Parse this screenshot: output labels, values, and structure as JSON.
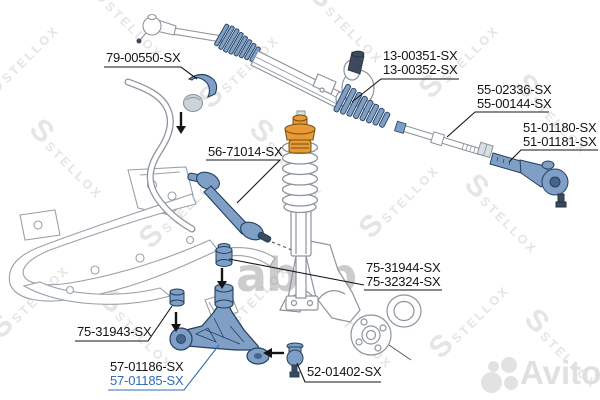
{
  "watermarks": {
    "brand": "STELLOX",
    "brand_initial": "S",
    "abcp": "abcp",
    "avito": "Avito"
  },
  "colors": {
    "part_blue": "#7f9fc6",
    "part_blue_stroke": "#24405e",
    "part_orange": "#e89a35",
    "highlight_label": "#2f6db5",
    "label_text": "#141414",
    "lineart_gray": "#8d939c",
    "watermark_gray": "#e5e5e5"
  },
  "callouts": {
    "stabilizer_bushing": {
      "line1": "79-00550-SX"
    },
    "steering_boot": {
      "line1": "13-00351-SX",
      "line2": "13-00352-SX"
    },
    "inner_tie_rod": {
      "line1": "55-02336-SX",
      "line2": "55-00144-SX"
    },
    "tie_rod_end": {
      "line1": "51-01180-SX",
      "line2": "51-01181-SX"
    },
    "stabilizer_link": {
      "line1": "56-71014-SX"
    },
    "arm_rear_bushing": {
      "line1": "75-31944-SX",
      "line2": "75-32324-SX"
    },
    "arm_front_bushing": {
      "line1": "75-31943-SX"
    },
    "control_arm": {
      "line1": "57-01186-SX",
      "line2_highlighted": "57-01185-SX"
    },
    "ball_joint": {
      "line1": "52-01402-SX"
    }
  }
}
